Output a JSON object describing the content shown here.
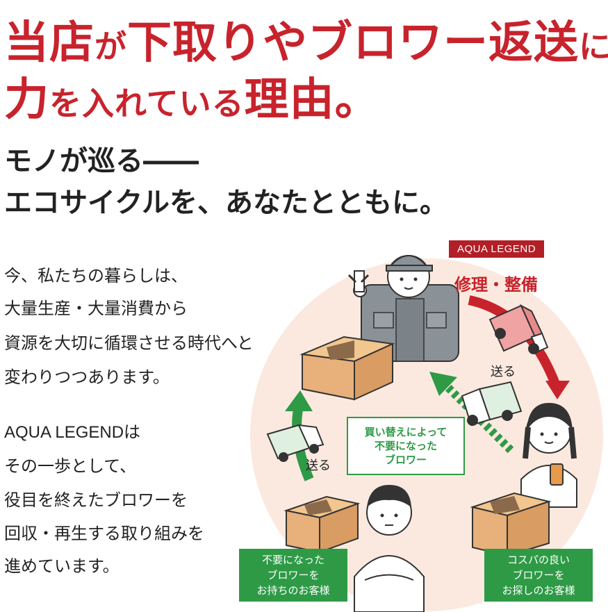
{
  "headline": {
    "line1_part1": "当店",
    "line1_part2": "が",
    "line1_part3": "下取りやブロワー返送",
    "line1_part4": "に",
    "line2_part1": "力",
    "line2_part2": "を入れている",
    "line2_part3": "理由。"
  },
  "subheadline": {
    "line1": "モノが巡る――",
    "line2": "エコサイクルを、あなたとともに。"
  },
  "body": {
    "lines": [
      "今、私たちの暮らしは、",
      "大量生産・大量消費から",
      "資源を大切に循環させる時代へと",
      "変わりつつあります。",
      "AQUA LEGENDは",
      "その一歩として、",
      "役目を終えたブロワーを",
      "回収・再生する取り組みを",
      "進めています。"
    ]
  },
  "diagram": {
    "brand_tag": "AQUA LEGEND",
    "brand_service": "修理・整備",
    "send_label_right": "送る",
    "send_label_left": "送る",
    "callout_lines": [
      "買い替えによって",
      "不要になった",
      "ブロワー"
    ],
    "left_box_lines": [
      "不要になった",
      "ブロワーを",
      "お持ちのお客様"
    ],
    "right_box_lines": [
      "コスパの良い",
      "ブロワーを",
      "お探しのお客様"
    ]
  },
  "colors": {
    "accent_red": "#c8232c",
    "dark_red": "#b21f26",
    "green": "#2e9a46",
    "circle_bg": "#fbe9df",
    "box_brown": "#e8b07a"
  }
}
